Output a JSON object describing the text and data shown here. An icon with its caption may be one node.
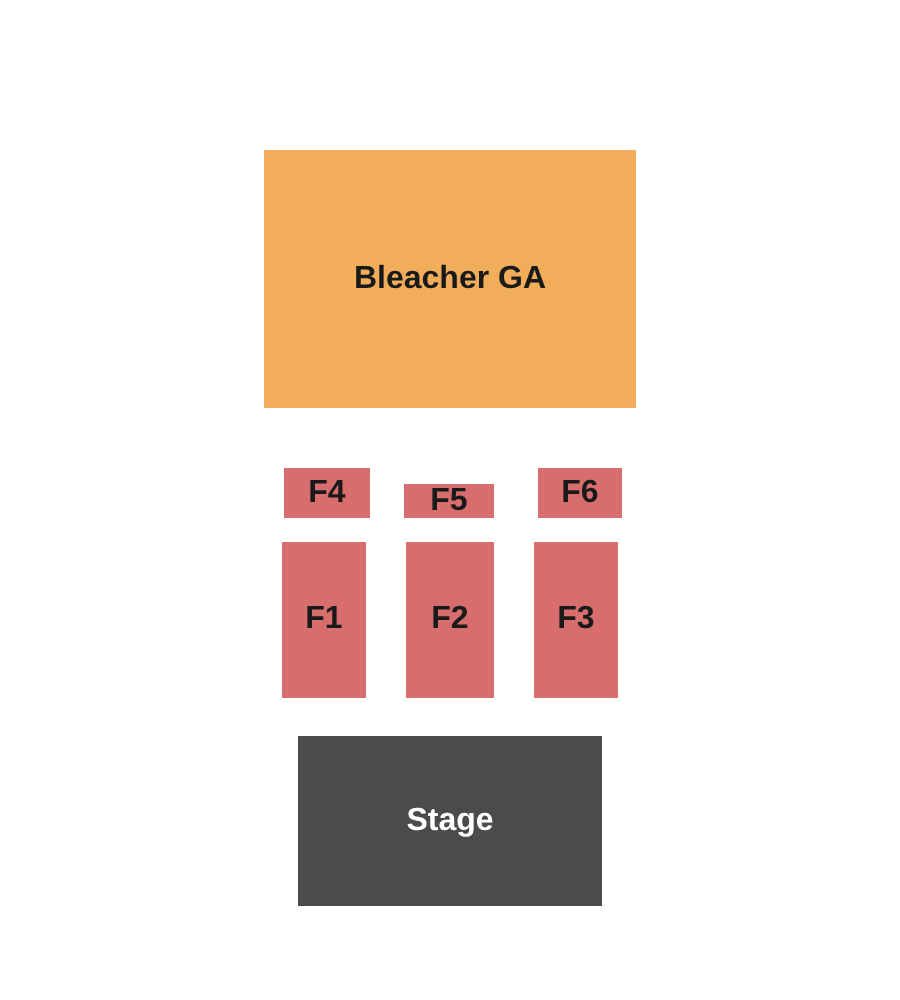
{
  "diagram": {
    "nodes": [
      {
        "text": [
          "Bleacher GA"
        ]
      },
      {
        "text": [
          "F4"
        ]
      },
      {
        "text": [
          "F5"
        ]
      },
      {
        "text": [
          "F6"
        ]
      },
      {
        "text": [
          "F1"
        ]
      },
      {
        "text": [
          "F2"
        ]
      },
      {
        "text": [
          "F3"
        ]
      },
      {
        "text": [
          "Stage"
        ]
      }
    ]
  }
}
